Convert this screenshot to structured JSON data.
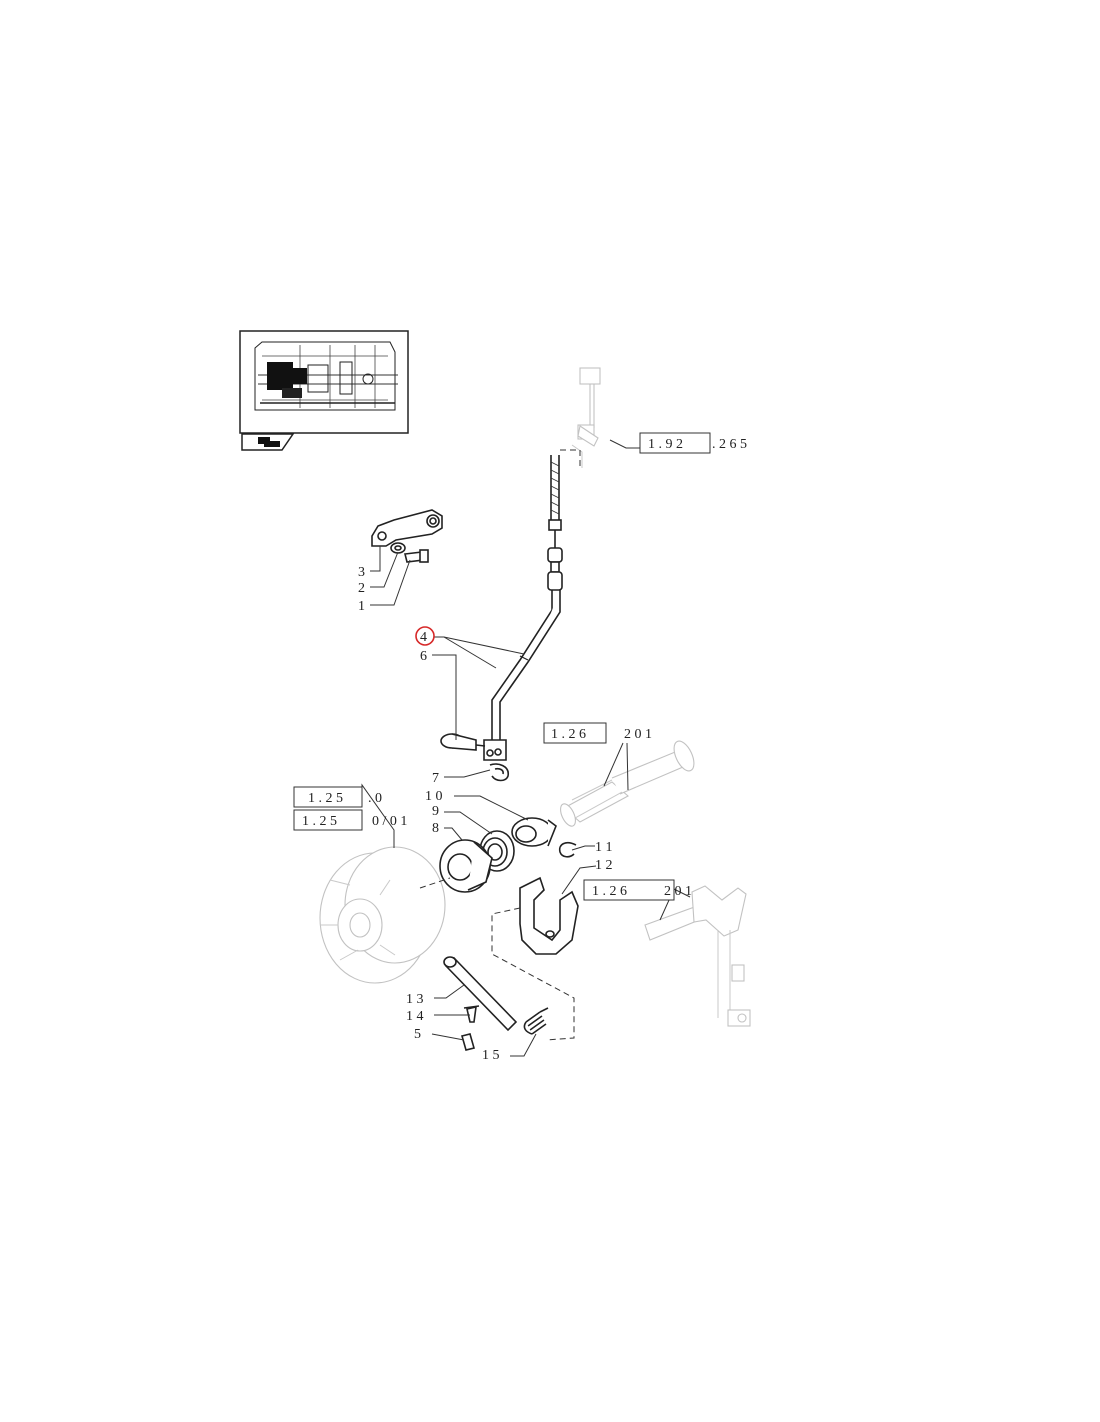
{
  "callouts": {
    "c1": "1",
    "c2": "2",
    "c3": "3",
    "c4": "4",
    "c5": "5",
    "c6": "6",
    "c7": "7",
    "c8": "8",
    "c9": "9",
    "c10": "1 0",
    "c11": "1 1",
    "c12": "1 2",
    "c13": "1 3",
    "c14": "1 4",
    "c15": "1 5"
  },
  "references": {
    "r1": {
      "boxed": "1 . 9 2",
      "tail": ". 2 6 5"
    },
    "r2": {
      "boxed": "1 . 2 6",
      "tail": "2   0 1"
    },
    "r3": {
      "boxed": "1 . 2 5",
      "tail": ". 0"
    },
    "r4": {
      "boxed": "1 . 2 5",
      "tail": "0 / 0 1"
    },
    "r5": {
      "boxed": "1 . 2 6",
      "tail": "2   0 1"
    }
  },
  "highlight": {
    "callout": "4",
    "color": "#d62828"
  }
}
